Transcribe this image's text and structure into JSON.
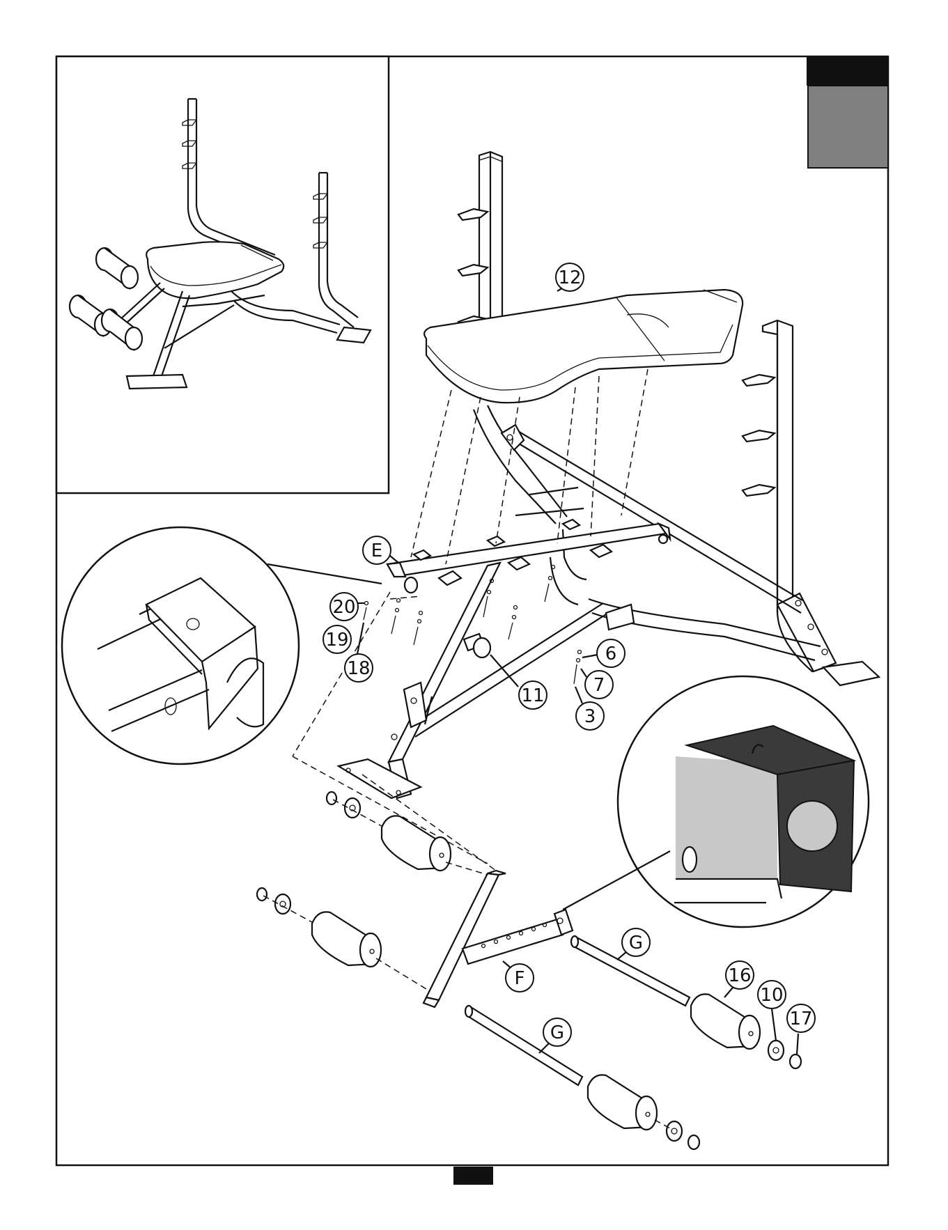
{
  "callouts": {
    "seat_pad": "12",
    "crossbar_assembly": "E",
    "washer_a": "20",
    "washer_b": "19",
    "bolt_short": "18",
    "knob": "11",
    "washer_c": "6",
    "washer_d": "7",
    "bolt_long": "3",
    "leg_extension": "F",
    "axle_upper": "G",
    "axle_lower": "G",
    "foam_roller": "16",
    "roller_washer": "10",
    "end_cap": "17"
  },
  "colors": {
    "line": "#111111",
    "tab_dark": "#111111",
    "tab_gray": "#808080",
    "paper": "#ffffff",
    "detail_fill_light": "#c8c8c8",
    "detail_fill_dark": "#3a3a3a"
  },
  "icons": {
    "step_tab": "black-header-tab",
    "page_number_block": "black-block"
  }
}
